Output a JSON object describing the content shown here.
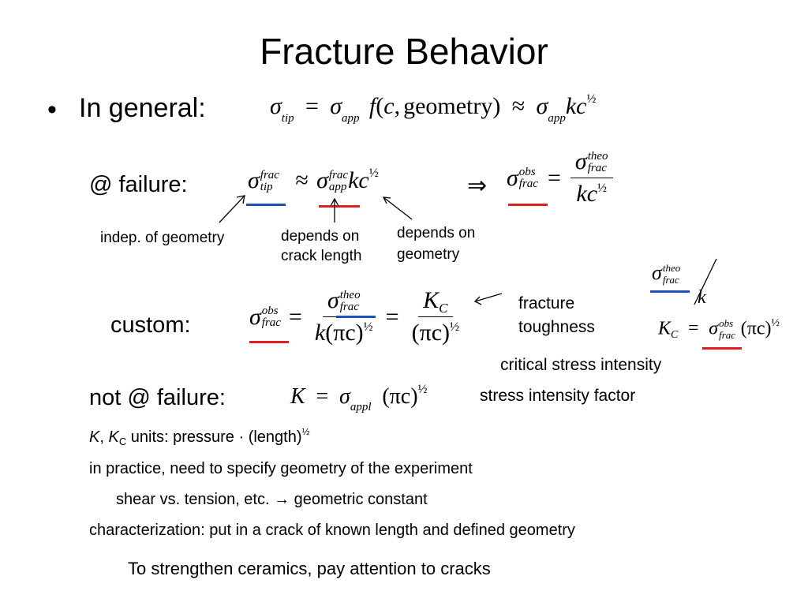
{
  "title": "Fracture Behavior",
  "bullet": "•",
  "general": "In general:",
  "sym": {
    "sigma": "σ",
    "eq": "=",
    "approx": "≈",
    "implies": "⇒",
    "half": "½",
    "k": "k",
    "c": "c",
    "kc": "kc",
    "f": "f",
    "K": "K",
    "pic": "(πc)",
    "lpar": "(",
    "rpar": ")",
    "comma": ",",
    "geometry": "geometry",
    "pi": "π",
    "C": "C",
    "k_pic": "k(πc)"
  },
  "subs": {
    "tip": "tip",
    "app": "app",
    "frac": "frac",
    "theo": "theo",
    "obs": "obs",
    "appl": "appl"
  },
  "failure": "@ failure:",
  "annotations": {
    "geometry": "indep. of geometry",
    "crack_length_1": "depends on",
    "crack_length_2": "crack length",
    "depends_geometry_1": "depends on",
    "depends_geometry_2": "geometry",
    "fracture_1": "fracture",
    "fracture_2": "toughness",
    "critical": "critical stress intensity",
    "stress_factor": "stress intensity factor"
  },
  "custom": "custom:",
  "not_failure": "not @ failure:",
  "units": {
    "K": "K",
    "comma": ", ",
    "KC": "K",
    "C": "C",
    "text": " units: pressure · (length)",
    "half": "½"
  },
  "lines": {
    "practice": "in practice, need to specify geometry of the experiment",
    "shear": "shear vs. tension, etc. → geometric constant",
    "characterization": "characterization: put in a crack of known length and defined geometry",
    "strengthen": "To strengthen ceramics, pay attention to cracks"
  },
  "colors": {
    "blue": "#1f4fb8",
    "red": "#e02020"
  }
}
